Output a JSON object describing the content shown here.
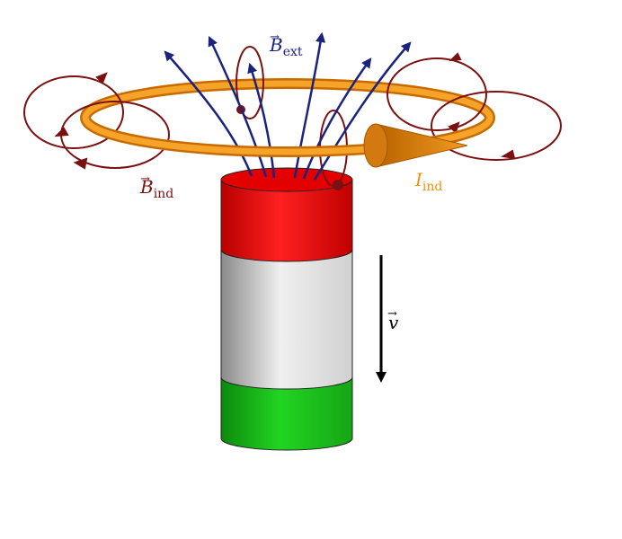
{
  "labels": {
    "b_ext": {
      "symbol": "B",
      "sub": "ext"
    },
    "b_ind": {
      "symbol": "B",
      "sub": "ind"
    },
    "i_ind": {
      "symbol": "I",
      "sub": "ind"
    },
    "velocity": {
      "symbol": "v"
    }
  },
  "colors": {
    "field_line": "#1a237e",
    "induced_field": "#7b1010",
    "ring": "#f0900f",
    "ring_dark": "#c76a00",
    "magnet_red": "#f21414",
    "magnet_white": "#e2e2e2",
    "magnet_green": "#18c418",
    "velocity_arrow": "#000000"
  }
}
